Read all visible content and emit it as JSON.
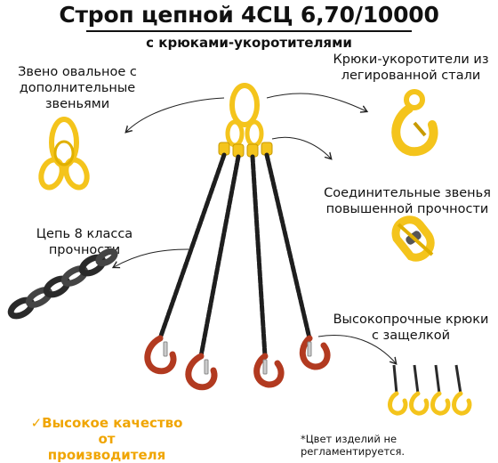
{
  "header": {
    "title": "Строп цепной 4СЦ 6,70/10000",
    "subtitle": "с крюками-укоротителями"
  },
  "callouts": {
    "oval_link": "Звено овальное с дополнительные звеньями",
    "shortening_hooks": "Крюки-укоротители из легированной стали",
    "connecting_links": "Соединительные звенья повышенной прочности",
    "chain_class": "Цепь 8 класса прочности",
    "safety_hooks": "Высокопрочные крюки с защелкой"
  },
  "footer": {
    "quality_line1": "✓Высокое качество от",
    "quality_line2": "производителя",
    "color_note": "*Цвет изделий не регламентируется."
  },
  "colors": {
    "yellow": "#f4c41c",
    "yellow_dark": "#c89a00",
    "chain": "#1e1e1e",
    "hook_red": "#b23a20",
    "accent": "#f0a500"
  }
}
